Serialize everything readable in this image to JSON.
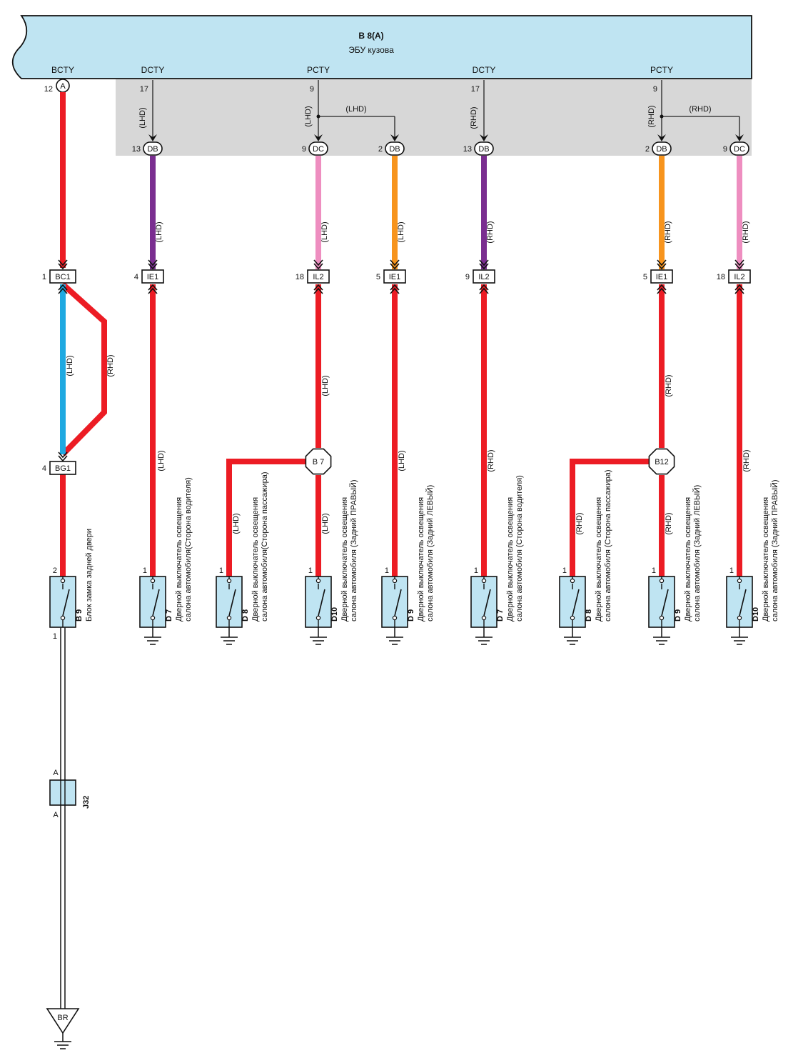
{
  "ecu": {
    "id": "B 8(A)",
    "name": "ЭБУ кузова",
    "fill": "#bfe4f2",
    "pins": [
      {
        "name": "BCTY",
        "num": "12",
        "badge": "A"
      },
      {
        "name": "DCTY",
        "num": "17"
      },
      {
        "name": "PCTY",
        "num": "9"
      },
      {
        "name": "DCTY",
        "num": "17"
      },
      {
        "name": "PCTY",
        "num": "9"
      }
    ]
  },
  "variant_labels": {
    "lhd": "(LHD)",
    "rhd": "(RHD)"
  },
  "colors": {
    "red": "#ec1c24",
    "blue": "#1fa9e1",
    "purple": "#7a2e90",
    "pink": "#ee8ec0",
    "orange": "#f7941d",
    "gray_area": "#d7d7d7",
    "wire_black": "#222222"
  },
  "top_connectors": [
    {
      "num": "13",
      "id": "DB"
    },
    {
      "num": "9",
      "id": "DC"
    },
    {
      "num": "2",
      "id": "DB"
    },
    {
      "num": "13",
      "id": "DB"
    },
    {
      "num": "2",
      "id": "DB"
    },
    {
      "num": "9",
      "id": "DC"
    }
  ],
  "mid_connectors": [
    {
      "num": "1",
      "id": "BC1"
    },
    {
      "num": "4",
      "id": "IE1"
    },
    {
      "num": "18",
      "id": "IL2"
    },
    {
      "num": "5",
      "id": "IE1"
    },
    {
      "num": "9",
      "id": "IL2"
    },
    {
      "num": "5",
      "id": "IE1"
    },
    {
      "num": "18",
      "id": "IL2"
    }
  ],
  "bg1": {
    "num": "4",
    "id": "BG1"
  },
  "junctions": [
    {
      "id": "B 7"
    },
    {
      "id": "B12"
    }
  ],
  "switches": [
    {
      "pin_top": "2",
      "pin_bottom": "1",
      "id": "B 9",
      "desc": [
        "Блок замка задней двери"
      ]
    },
    {
      "pin_top": "1",
      "id": "D 7",
      "desc": [
        "Дверной выключатель освещения",
        "салона автомобиля(Сторона водителя)"
      ]
    },
    {
      "pin_top": "1",
      "id": "D 8",
      "desc": [
        "Дверной выключатель освещения",
        "салона автомобиля(Сторона пассажира)"
      ]
    },
    {
      "pin_top": "1",
      "id": "D10",
      "desc": [
        "Дверной выключатель освещения",
        "салона автомобиля  (Задний ПРАВЫЙ)"
      ]
    },
    {
      "pin_top": "1",
      "id": "D 9",
      "desc": [
        "Дверной выключатель освещения",
        "салона автомобиля  (Задний ЛЕВЫЙ)"
      ]
    },
    {
      "pin_top": "1",
      "id": "D 7",
      "desc": [
        "Дверной выключатель освещения",
        "салона автомобиля  (Сторона водителя)"
      ]
    },
    {
      "pin_top": "1",
      "id": "D 8",
      "desc": [
        "Дверной выключатель освещения",
        "салона автомобиля  (Сторона пассажира)"
      ]
    },
    {
      "pin_top": "1",
      "id": "D 9",
      "desc": [
        "Дверной выключатель освещения",
        "салона автомобиля (Задний ЛЕВЫЙ)"
      ]
    },
    {
      "pin_top": "1",
      "id": "D10",
      "desc": [
        "Дверной выключатель освещения",
        "салона автомобиля (Задний ПРАВЫЙ)"
      ]
    }
  ],
  "j32": {
    "id": "J32",
    "pin_top": "A",
    "pin_bottom": "A"
  },
  "ground": {
    "id": "BR"
  }
}
